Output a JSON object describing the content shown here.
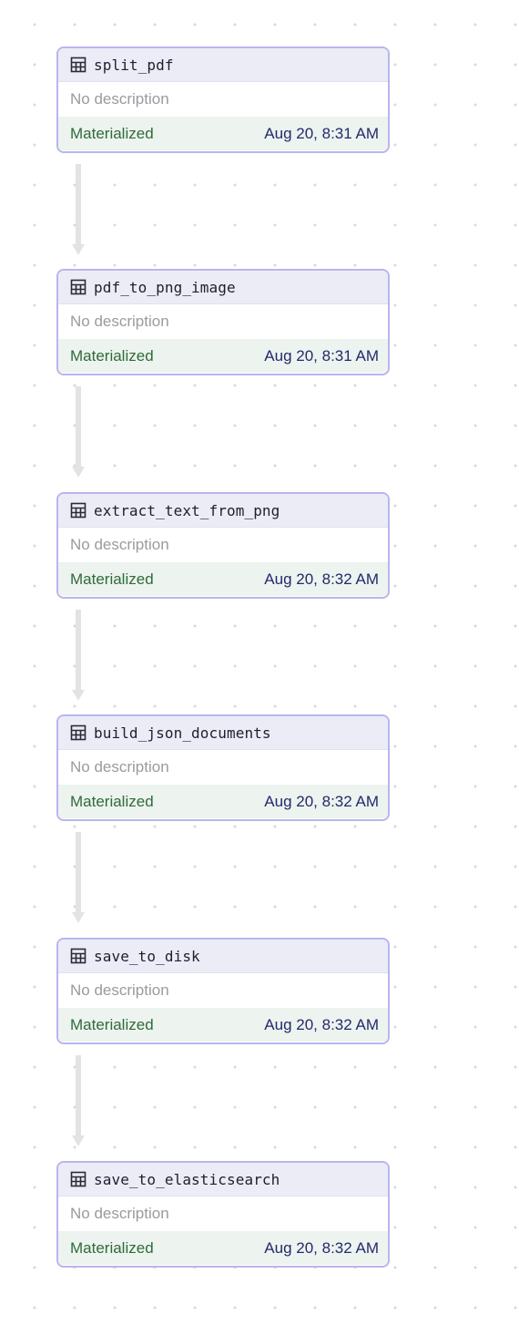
{
  "nodes": [
    {
      "name": "split_pdf",
      "description": "No description",
      "status": "Materialized",
      "timestamp": "Aug 20, 8:31 AM"
    },
    {
      "name": "pdf_to_png_image",
      "description": "No description",
      "status": "Materialized",
      "timestamp": "Aug 20, 8:31 AM"
    },
    {
      "name": "extract_text_from_png",
      "description": "No description",
      "status": "Materialized",
      "timestamp": "Aug 20, 8:32 AM"
    },
    {
      "name": "build_json_documents",
      "description": "No description",
      "status": "Materialized",
      "timestamp": "Aug 20, 8:32 AM"
    },
    {
      "name": "save_to_disk",
      "description": "No description",
      "status": "Materialized",
      "timestamp": "Aug 20, 8:32 AM"
    },
    {
      "name": "save_to_elasticsearch",
      "description": "No description",
      "status": "Materialized",
      "timestamp": "Aug 20, 8:32 AM"
    }
  ],
  "edges": [
    {
      "from": "split_pdf",
      "to": "pdf_to_png_image"
    },
    {
      "from": "pdf_to_png_image",
      "to": "extract_text_from_png"
    },
    {
      "from": "extract_text_from_png",
      "to": "build_json_documents"
    },
    {
      "from": "build_json_documents",
      "to": "save_to_disk"
    },
    {
      "from": "save_to_disk",
      "to": "save_to_elasticsearch"
    }
  ],
  "node_icon": "table-icon",
  "colors": {
    "node_border": "#b9b5ee",
    "header_bg": "#ececf7",
    "status_bg": "#edf3ef",
    "status_text": "#2f6b3a",
    "timestamp_text": "#232a6b",
    "edge": "#e3e3e3"
  }
}
